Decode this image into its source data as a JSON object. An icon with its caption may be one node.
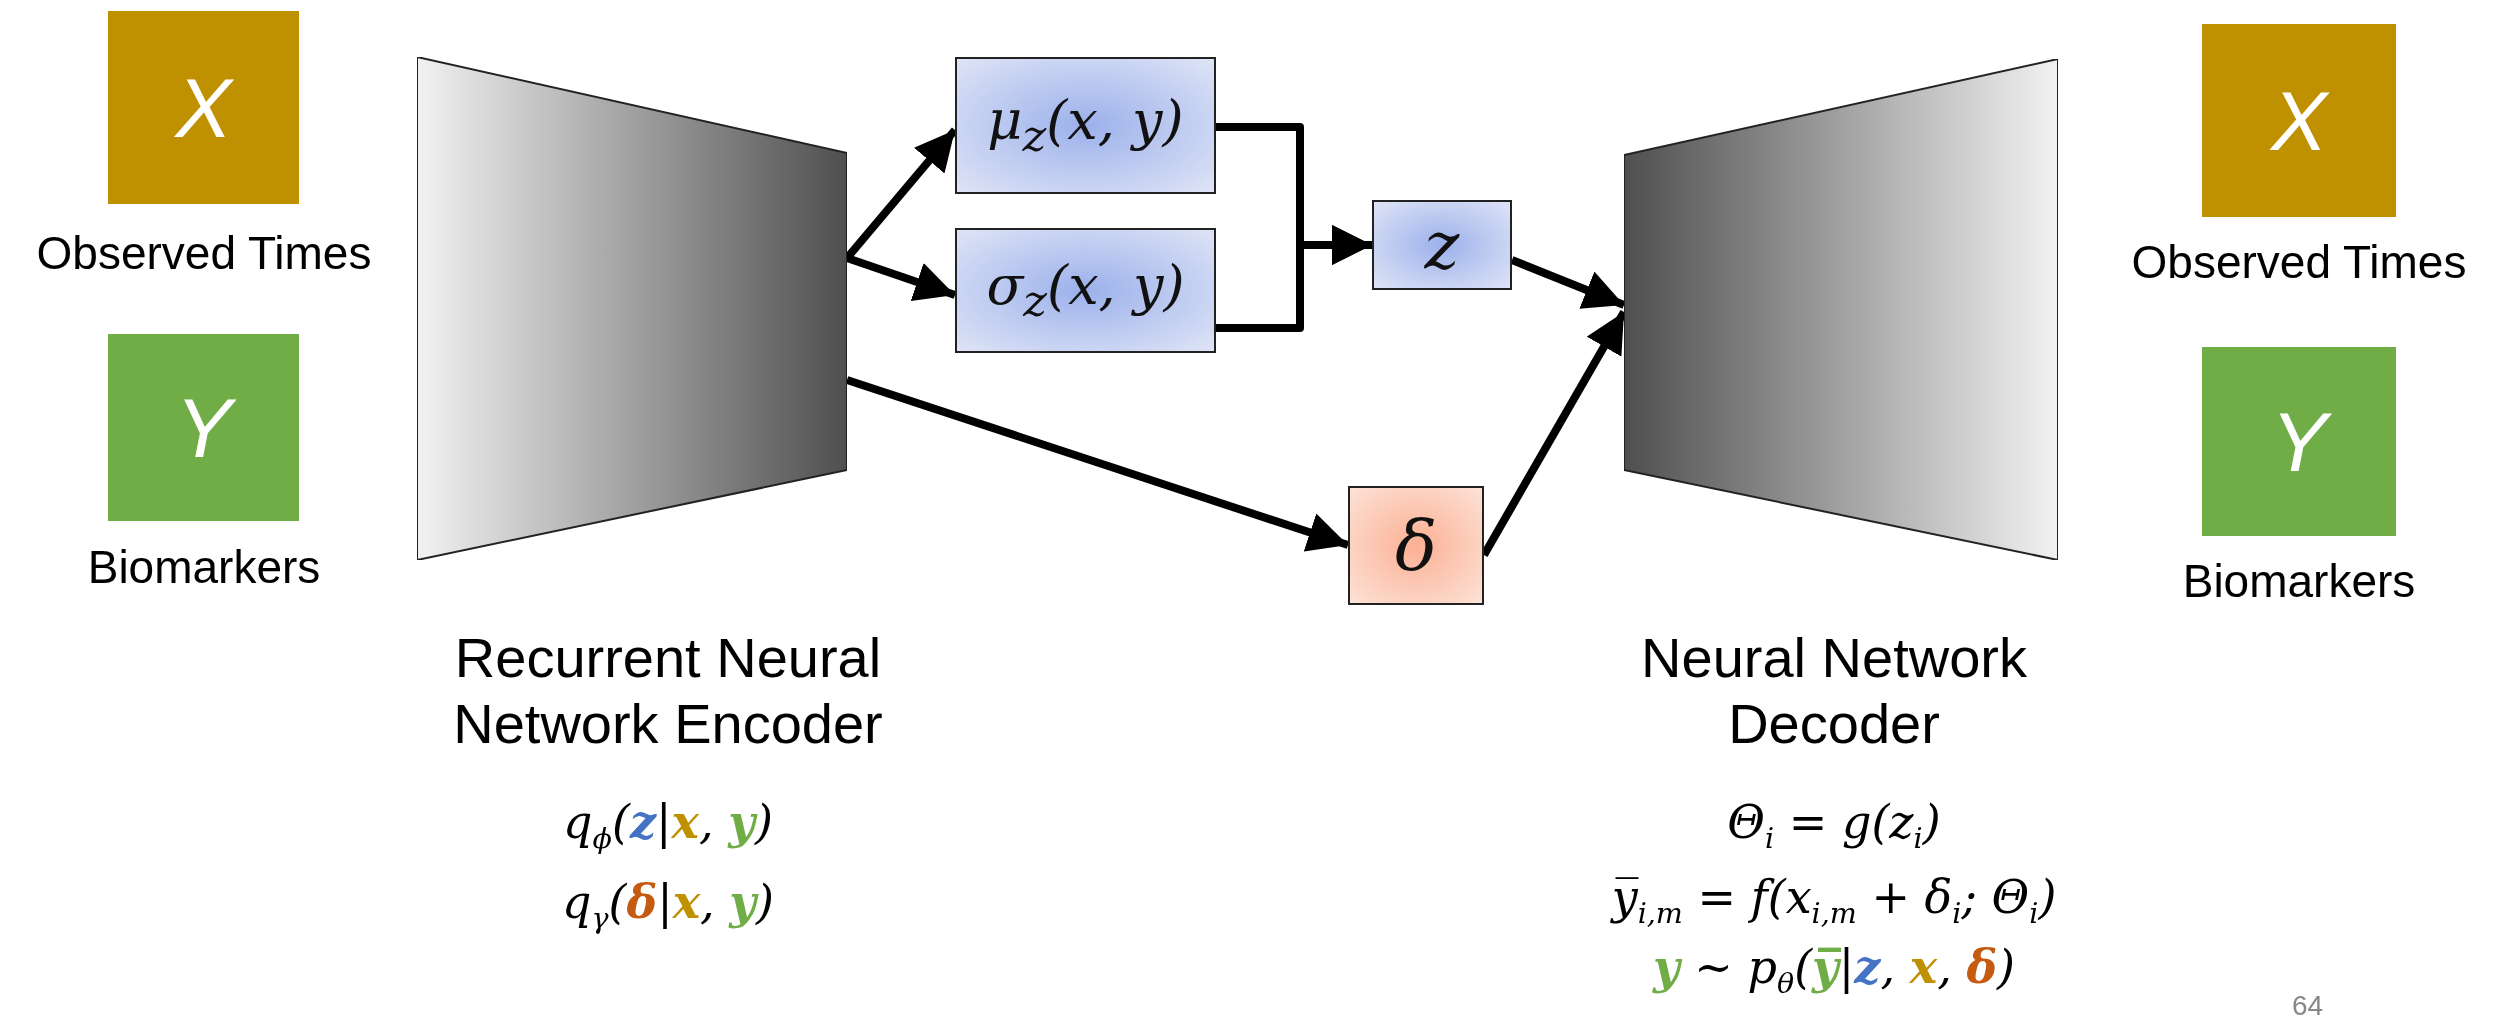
{
  "diagram": {
    "nodes": [
      {
        "text": [
          "X"
        ],
        "beside": [
          "Observed Times"
        ]
      },
      {
        "text": [
          "Y"
        ],
        "beside": [
          "Biomarkers"
        ]
      },
      {
        "text": [
          "Recurrent Neural Network Encoder"
        ],
        "beside": [
          "q$_{ϕ}$(**z**|**x**, **y**)",
          "q$_{γ}$(**δ**|**x**, **y**)"
        ]
      },
      {
        "text": [
          "μ$_{z}$(x, y)"
        ]
      },
      {
        "text": [
          "σ$_{z}$(x, y)"
        ]
      },
      {
        "text": [
          "z"
        ]
      },
      {
        "text": [
          "δ"
        ]
      },
      {
        "text": [
          "Neural Network Decoder"
        ],
        "beside": [
          "Θ$_{i}$ = g(z$_{i}$)",
          "y̅$_{i,m}$ = f(x$_{i,m}$ + δ$_{i}$; Θ$_{i}$)",
          "**y** ~ p$_{θ}$(**y̅**|**z**, **x**, **δ**)"
        ]
      },
      {
        "text": [
          "X"
        ],
        "beside": [
          "Observed Times"
        ]
      },
      {
        "text": [
          "Y"
        ],
        "beside": [
          "Biomarkers"
        ]
      }
    ],
    "edges": [
      {
        "from": 2,
        "to": 3,
        "arrow": "to"
      },
      {
        "from": 2,
        "to": 4,
        "arrow": "to"
      },
      {
        "from": 3,
        "to": 5,
        "arrow": "to"
      },
      {
        "from": 4,
        "to": 5,
        "arrow": "to"
      },
      {
        "from": 2,
        "to": 6,
        "arrow": "to"
      },
      {
        "from": 5,
        "to": 7,
        "arrow": "to"
      },
      {
        "from": 6,
        "to": 7,
        "arrow": "to"
      }
    ],
    "labels": [
      "64"
    ]
  }
}
